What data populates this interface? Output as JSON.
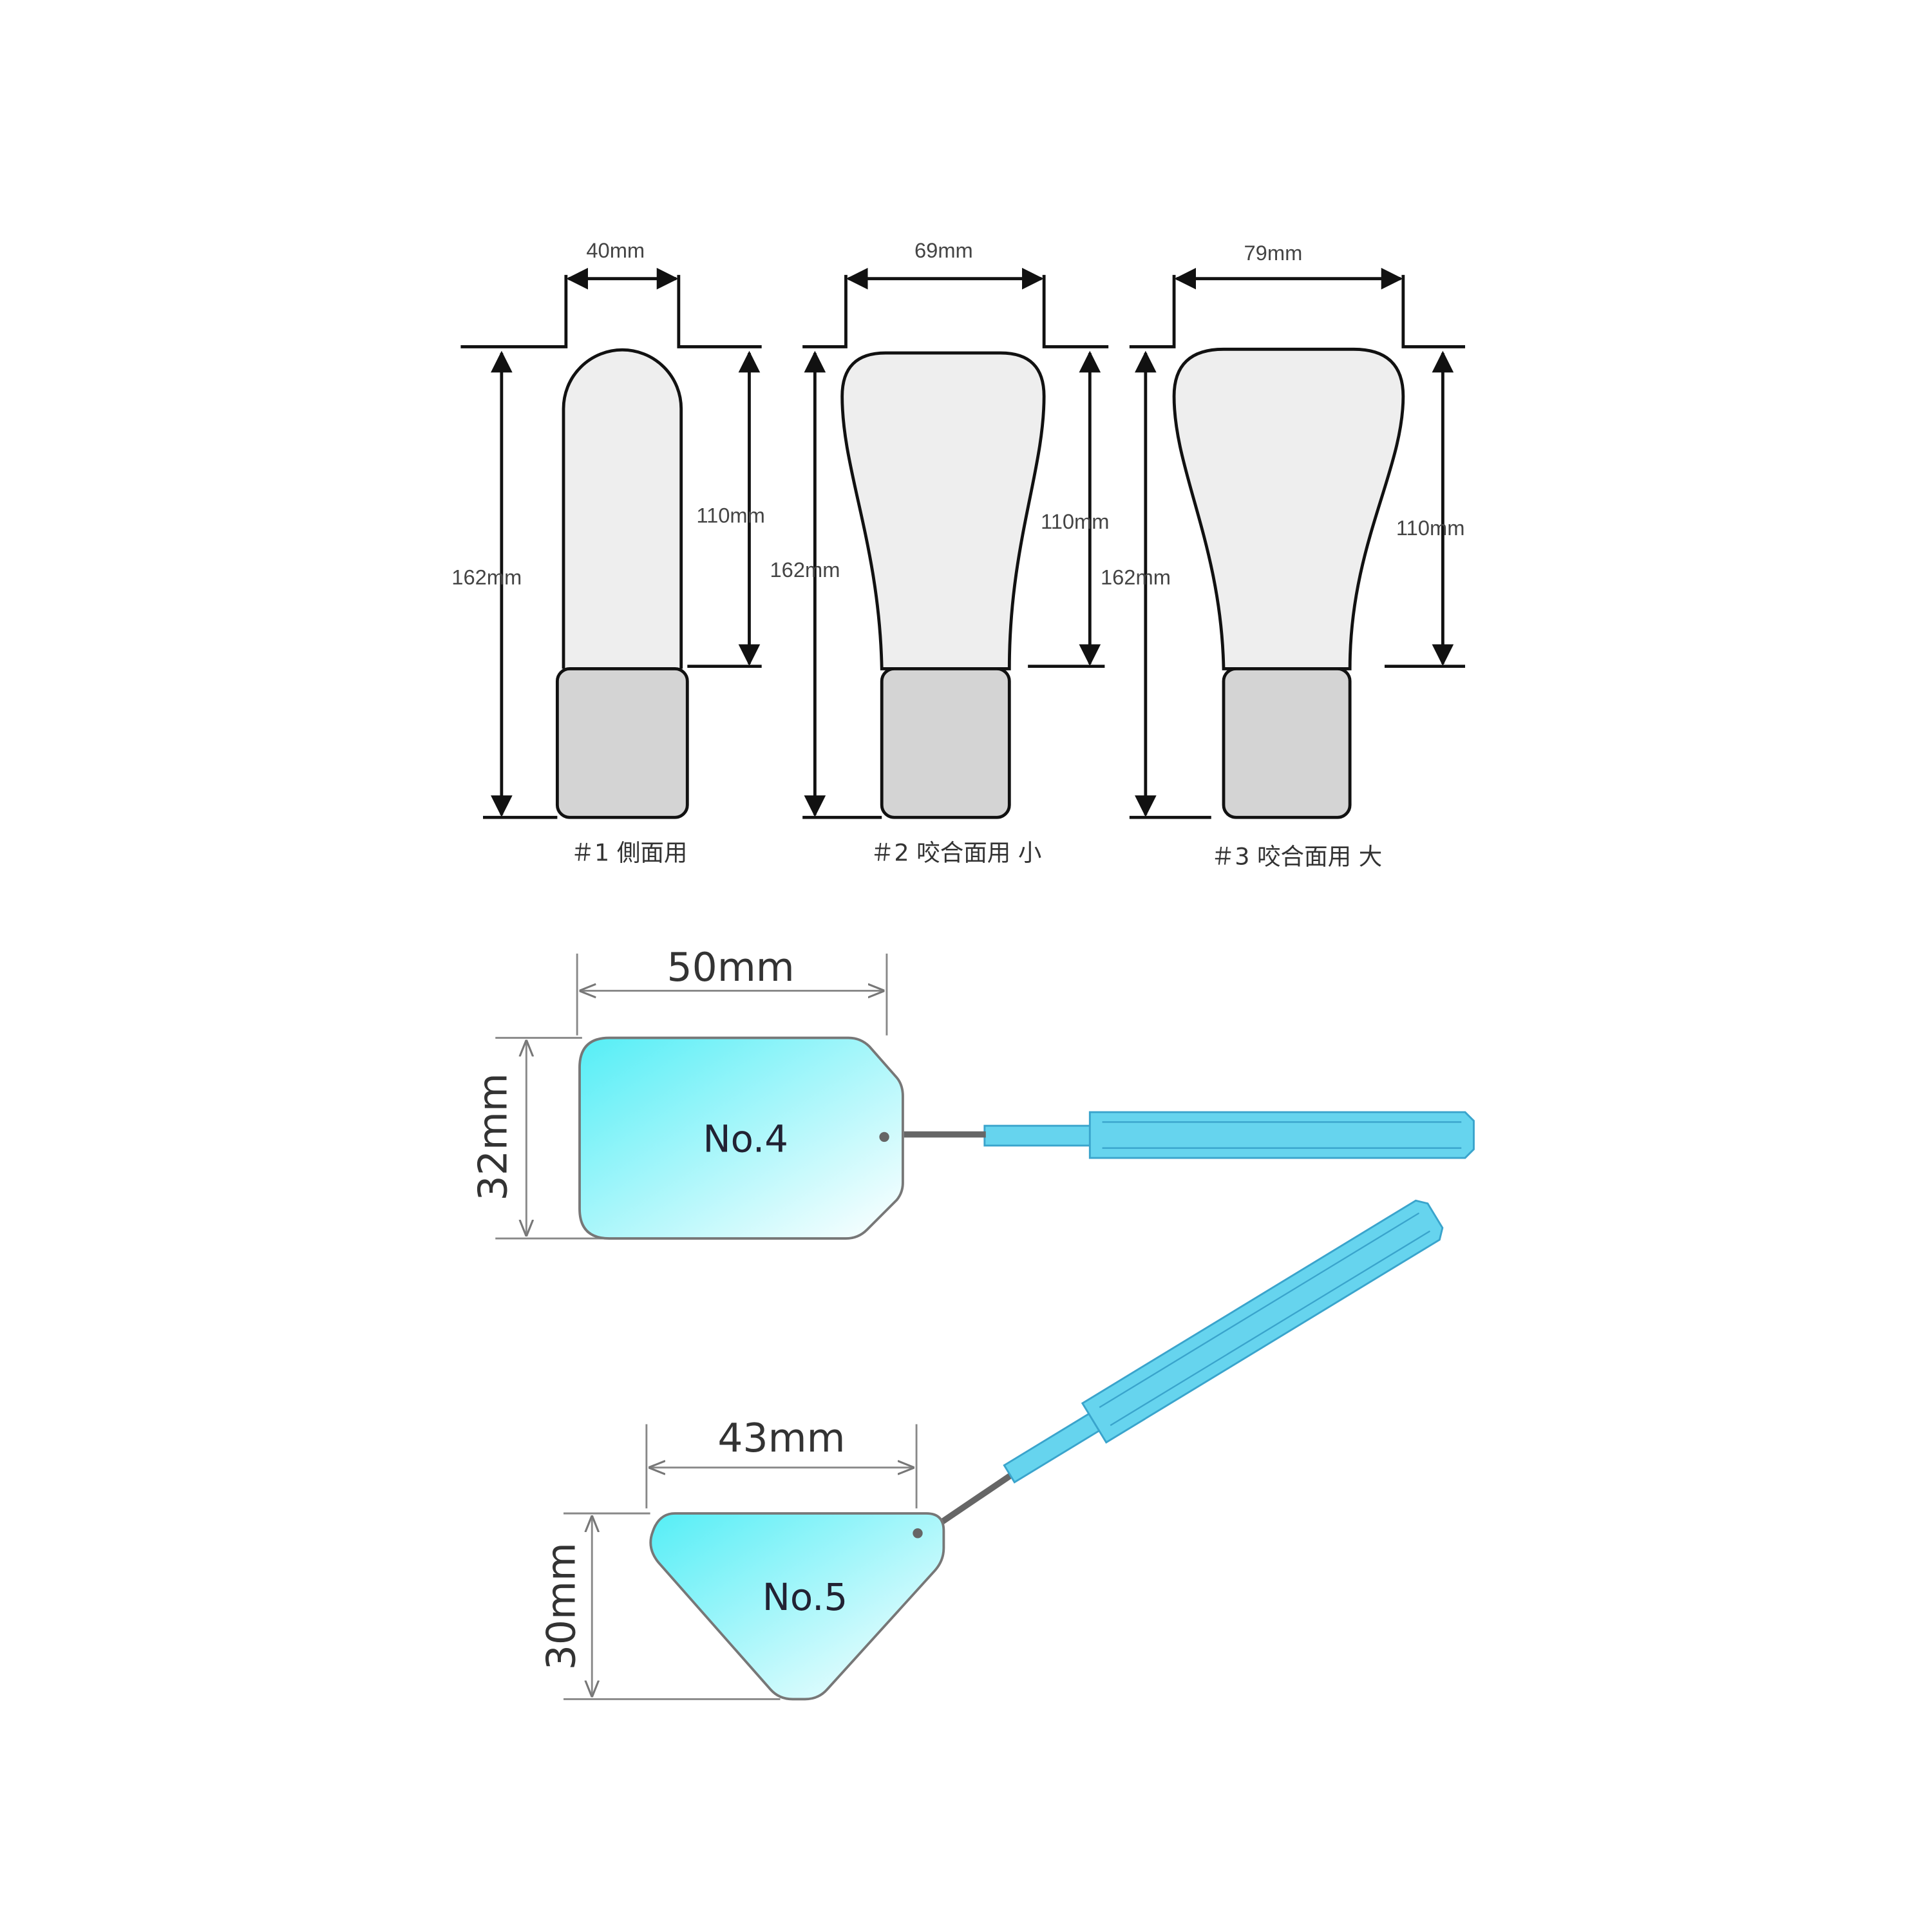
{
  "top_panel": {
    "items": [
      {
        "width": "40mm",
        "total_length": "162mm",
        "blade_length": "110mm",
        "caption": "＃1  側面用"
      },
      {
        "width": "69mm",
        "total_length": "162mm",
        "blade_length": "110mm",
        "caption": "＃2 咬合面用 小"
      },
      {
        "width": "79mm",
        "total_length": "162mm",
        "blade_length": "110mm",
        "caption": "＃3 咬合面用 大"
      }
    ]
  },
  "bottom_panel": {
    "items": [
      {
        "label": "No.4",
        "width": "50mm",
        "height": "32mm"
      },
      {
        "label": "No.5",
        "width": "43mm",
        "height": "30mm"
      }
    ]
  },
  "colors": {
    "blade": "#eeeeee",
    "cap": "#d4d4d4",
    "mirror": "#5ff0f6",
    "handle": "#66d4ee"
  }
}
